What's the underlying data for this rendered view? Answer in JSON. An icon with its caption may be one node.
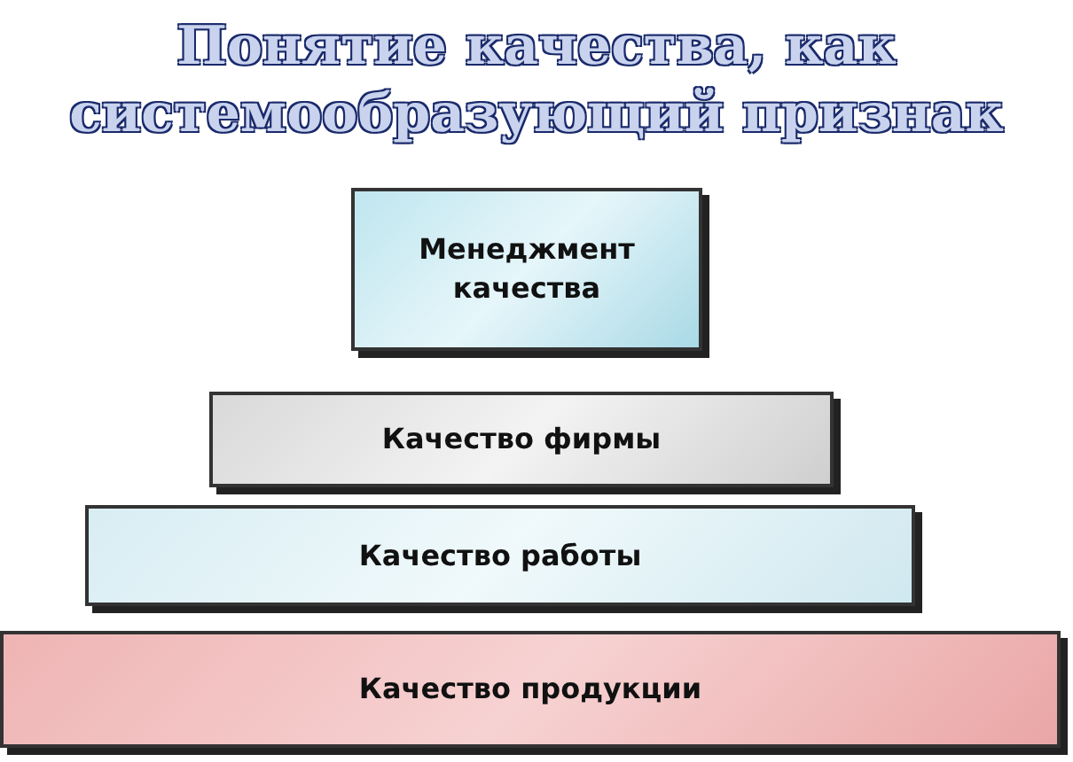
{
  "diagram": {
    "title": "Понятие качества, как системообразующий признак",
    "nodes": [
      {
        "text": [
          "Менеджмент качества"
        ]
      },
      {
        "text": [
          "Качество фирмы"
        ]
      },
      {
        "text": [
          "Качество работы"
        ]
      },
      {
        "text": [
          "Качество продукции"
        ]
      }
    ]
  }
}
